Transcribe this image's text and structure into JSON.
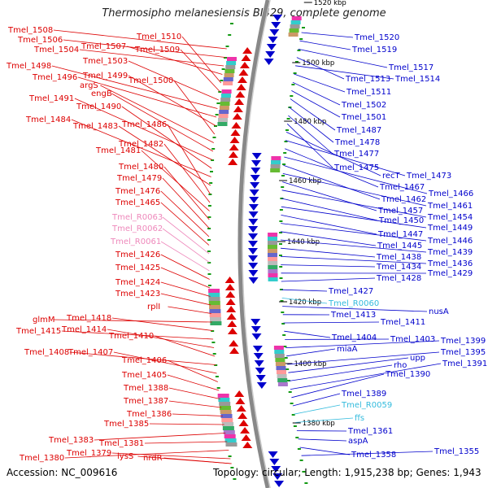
{
  "title": "Thermosipho melanesiensis BI429, complete genome",
  "footer": {
    "accession": "Accession: NC_009616",
    "summary": "Topology: circular; Length: 1,915,238 bp; Genes: 1,943"
  },
  "colors": {
    "left_genes": "#dd0000",
    "right_genes": "#0000cc",
    "rna_left": "#ee88bb",
    "rna_right": "#33bbdd",
    "backbone": "#888888",
    "tick": "#119911"
  },
  "kbp_marks": [
    "1520 kbp",
    "1500 kbp",
    "1480 kbp",
    "1460 kbp",
    "1440 kbp",
    "1420 kbp",
    "1400 kbp",
    "1380 kbp"
  ],
  "left_labels": [
    "Tmel_1508",
    "Tmel_1506",
    "Tmel_1504",
    "Tmel_1507",
    "Tmel_1510",
    "Tmel_1509",
    "Tmel_1503",
    "Tmel_1498",
    "Tmel_1496",
    "Tmel_1499",
    "Tmel_1500",
    "argS",
    "engB",
    "Tmel_1491",
    "Tmel_1490",
    "Tmel_1484",
    "Tmel_1483",
    "Tmel_1486",
    "Tmel_1482",
    "Tmel_1481",
    "Tmel_1480",
    "Tmel_1479",
    "Tmel_1476",
    "Tmel_1465",
    "Tmel_R0063",
    "Tmel_R0062",
    "Tmel_R0061",
    "Tmel_1426",
    "Tmel_1425",
    "Tmel_1424",
    "Tmel_1423",
    "rplI",
    "glmM",
    "Tmel_1418",
    "Tmel_1415",
    "Tmel_1414",
    "Tmel_1410",
    "Tmel_1408",
    "Tmel_1407",
    "Tmel_1406",
    "Tmel_1405",
    "Tmel_1388",
    "Tmel_1387",
    "Tmel_1386",
    "Tmel_1385",
    "Tmel_1383",
    "Tmel_1381",
    "Tmel_1380",
    "Tmel_1379",
    "lysS",
    "nrdR"
  ],
  "right_labels": [
    "Tmel_1520",
    "Tmel_1519",
    "Tmel_1517",
    "Tmel_1513",
    "Tmel_1514",
    "Tmel_1511",
    "Tmel_1502",
    "Tmel_1501",
    "Tmel_1487",
    "Tmel_1478",
    "Tmel_1477",
    "Tmel_1475",
    "recT",
    "Tmel_1473",
    "Tmel_1467",
    "Tmel_1466",
    "Tmel_1462",
    "Tmel_1461",
    "Tmel_1457",
    "Tmel_1454",
    "Tmel_1450",
    "Tmel_1449",
    "Tmel_1447",
    "Tmel_1446",
    "Tmel_1445",
    "Tmel_1439",
    "Tmel_1438",
    "Tmel_1436",
    "Tmel_1434",
    "Tmel_1429",
    "Tmel_1428",
    "Tmel_1427",
    "Tmel_R0060",
    "nusA",
    "Tmel_1413",
    "Tmel_1411",
    "Tmel_1404",
    "Tmel_1403",
    "Tmel_1399",
    "miaA",
    "Tmel_1395",
    "upp",
    "rho",
    "Tmel_1391",
    "Tmel_1390",
    "Tmel_1389",
    "Tmel_R0059",
    "ffs",
    "Tmel_1361",
    "aspA",
    "Tmel_1358",
    "Tmel_1355"
  ]
}
